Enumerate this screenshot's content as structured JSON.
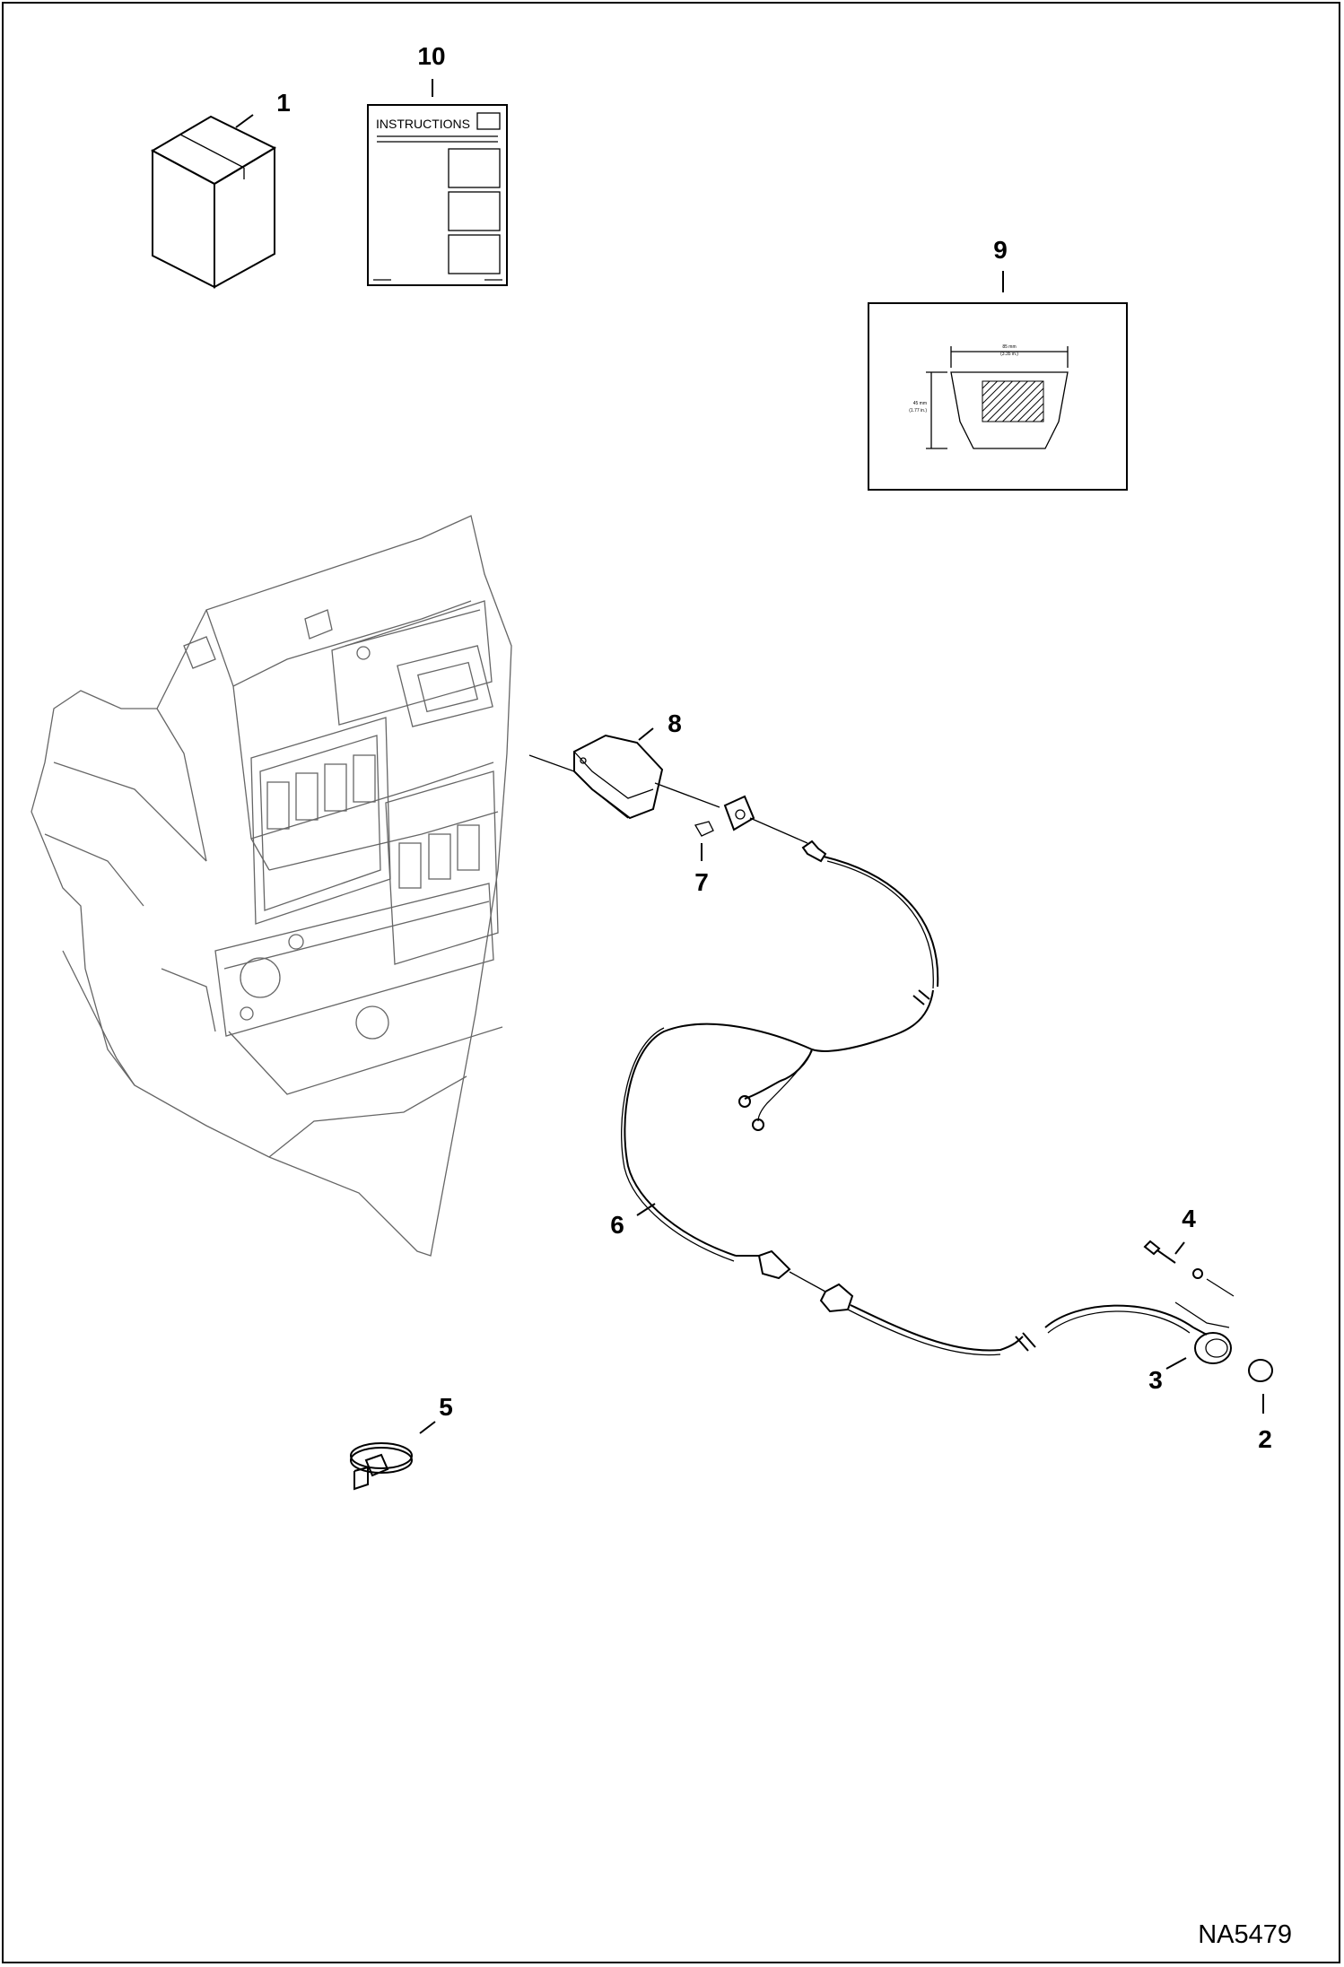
{
  "drawing": {
    "reference_number": "NA5479",
    "instructions_label": "INSTRUCTIONS",
    "decal_dims": {
      "width_mm": "85 mm",
      "width_in": "(3.35 in.)",
      "height_mm": "45 mm",
      "height_in": "(1.77 in.)"
    }
  },
  "callouts": [
    {
      "id": "1",
      "label": "1"
    },
    {
      "id": "2",
      "label": "2"
    },
    {
      "id": "3",
      "label": "3"
    },
    {
      "id": "4",
      "label": "4"
    },
    {
      "id": "5",
      "label": "5"
    },
    {
      "id": "6",
      "label": "6"
    },
    {
      "id": "7",
      "label": "7"
    },
    {
      "id": "8",
      "label": "8"
    },
    {
      "id": "9",
      "label": "9"
    },
    {
      "id": "10",
      "label": "10"
    }
  ],
  "colors": {
    "line": "#000000",
    "machine_line": "#666666",
    "background": "#ffffff"
  }
}
